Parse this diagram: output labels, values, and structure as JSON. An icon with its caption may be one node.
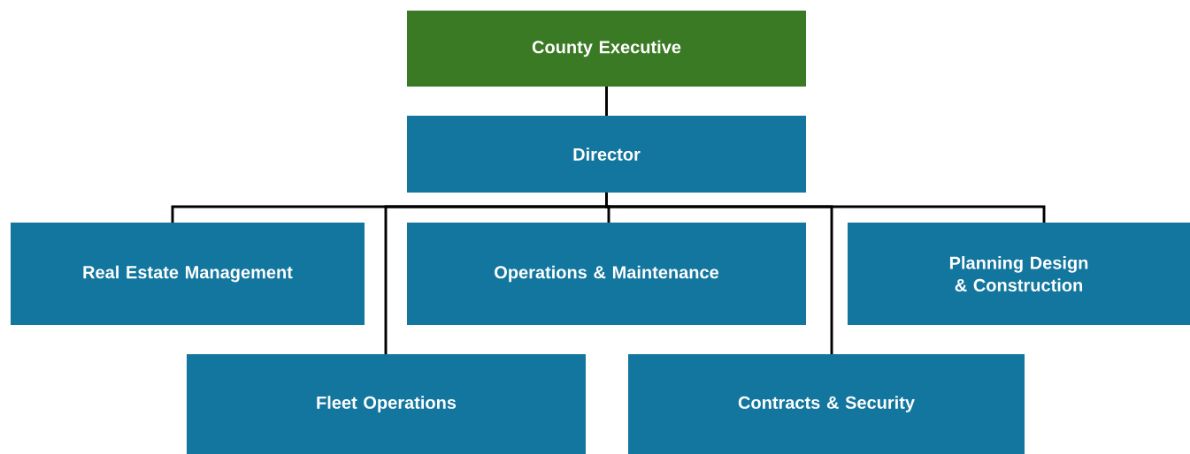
{
  "diagram": {
    "nodes": [
      {
        "text": [
          "County Executive"
        ]
      },
      {
        "text": [
          "Director"
        ]
      },
      {
        "text": [
          "Real Estate Management"
        ]
      },
      {
        "text": [
          "Operations & Maintenance"
        ]
      },
      {
        "text": [
          "Planning Design & Construction"
        ]
      },
      {
        "text": [
          "Fleet Operations"
        ]
      },
      {
        "text": [
          "Contracts & Security"
        ]
      }
    ],
    "edges": [
      {
        "from": 0,
        "to": 1,
        "arrow": "none"
      },
      {
        "from": 1,
        "to": 2,
        "arrow": "none"
      },
      {
        "from": 1,
        "to": 3,
        "arrow": "none"
      },
      {
        "from": 1,
        "to": 4,
        "arrow": "none"
      },
      {
        "from": 1,
        "to": 5,
        "arrow": "none"
      },
      {
        "from": 1,
        "to": 6,
        "arrow": "none"
      }
    ]
  }
}
